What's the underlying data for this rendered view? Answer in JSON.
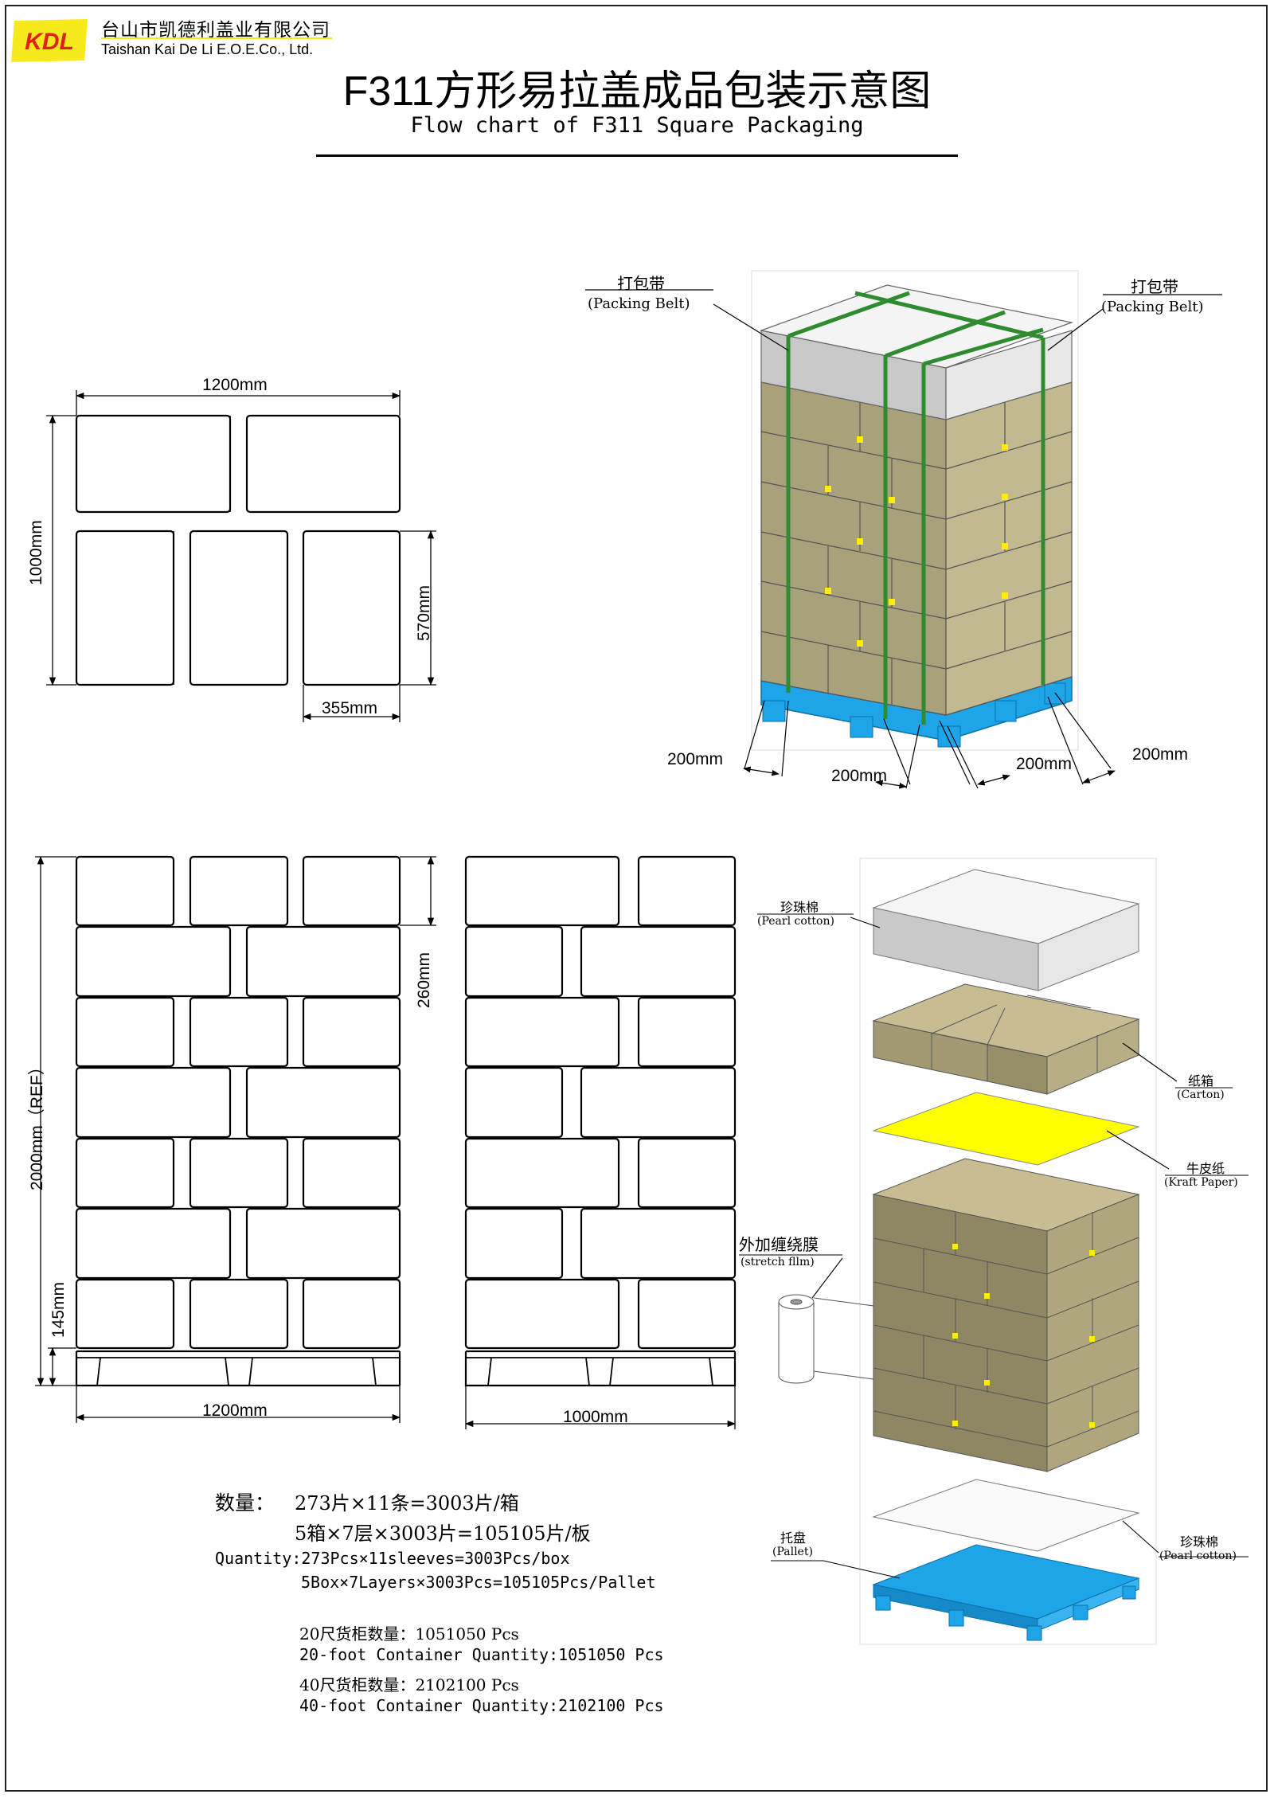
{
  "header": {
    "logo_text": "KDL",
    "company_cn": "台山市凯德利盖业有限公司",
    "company_en": "Taishan Kai De Li E.O.E.Co., Ltd.",
    "title": "F311方形易拉盖成品包装示意图",
    "subtitle": "Flow chart of F311 Square Packaging"
  },
  "top_plan": {
    "width_dim": "1200mm",
    "depth_dim": "1000mm",
    "box_long_dim": "570mm",
    "box_short_dim": "355mm"
  },
  "pallet_view": {
    "belt_left_cn": "打包带",
    "belt_left_en": "(Packing Belt)",
    "belt_right_cn": "打包带",
    "belt_right_en": "(Packing Belt)",
    "spacing": [
      "200mm",
      "200mm",
      "200mm",
      "200mm"
    ]
  },
  "front_view": {
    "height_dim": "2000mm（REF）",
    "layer_dim": "260mm",
    "pallet_dim": "145mm",
    "width_dim": "1200mm"
  },
  "side_view": {
    "width_dim": "1000mm"
  },
  "exploded": {
    "pearl_top_cn": "珍珠棉",
    "pearl_top_en": "(Pearl cotton)",
    "carton_cn": "纸箱",
    "carton_en": "(Carton)",
    "kraft_cn": "牛皮纸",
    "kraft_en": "(Kraft Paper)",
    "film_cn": "外加缠绕膜",
    "film_en": "(stretch fllm)",
    "pallet_cn": "托盘",
    "pallet_en": "(Pallet)",
    "pearl_bottom_cn": "珍珠棉",
    "pearl_bottom_en": "(Pearl cotton)"
  },
  "quantity": {
    "label": "数量：",
    "line1": "273片×11条=3003片/箱",
    "line2": "5箱×7层×3003片=105105片/板",
    "en_line1": "Quantity:273Pcs×11sleeves=3003Pcs/box",
    "en_line2": "5Box×7Layers×3003Pcs=105105Pcs/Pallet",
    "c20_cn": "20尺货柜数量：1051050 Pcs",
    "c20_en": "20-foot Container Quantity:1051050 Pcs",
    "c40_cn": "40尺货柜数量：2102100 Pcs",
    "c40_en": "40-foot Container Quantity:2102100 Pcs"
  },
  "colors": {
    "logo_yellow": "#f6ea1c",
    "logo_red": "#e0201a",
    "carton": "#bdb48a",
    "carton_dark": "#8c8560",
    "belt": "#2e8b2e",
    "pallet": "#1ea4e8",
    "kraft": "#ffff00",
    "pearl": "#d8d8d8"
  }
}
